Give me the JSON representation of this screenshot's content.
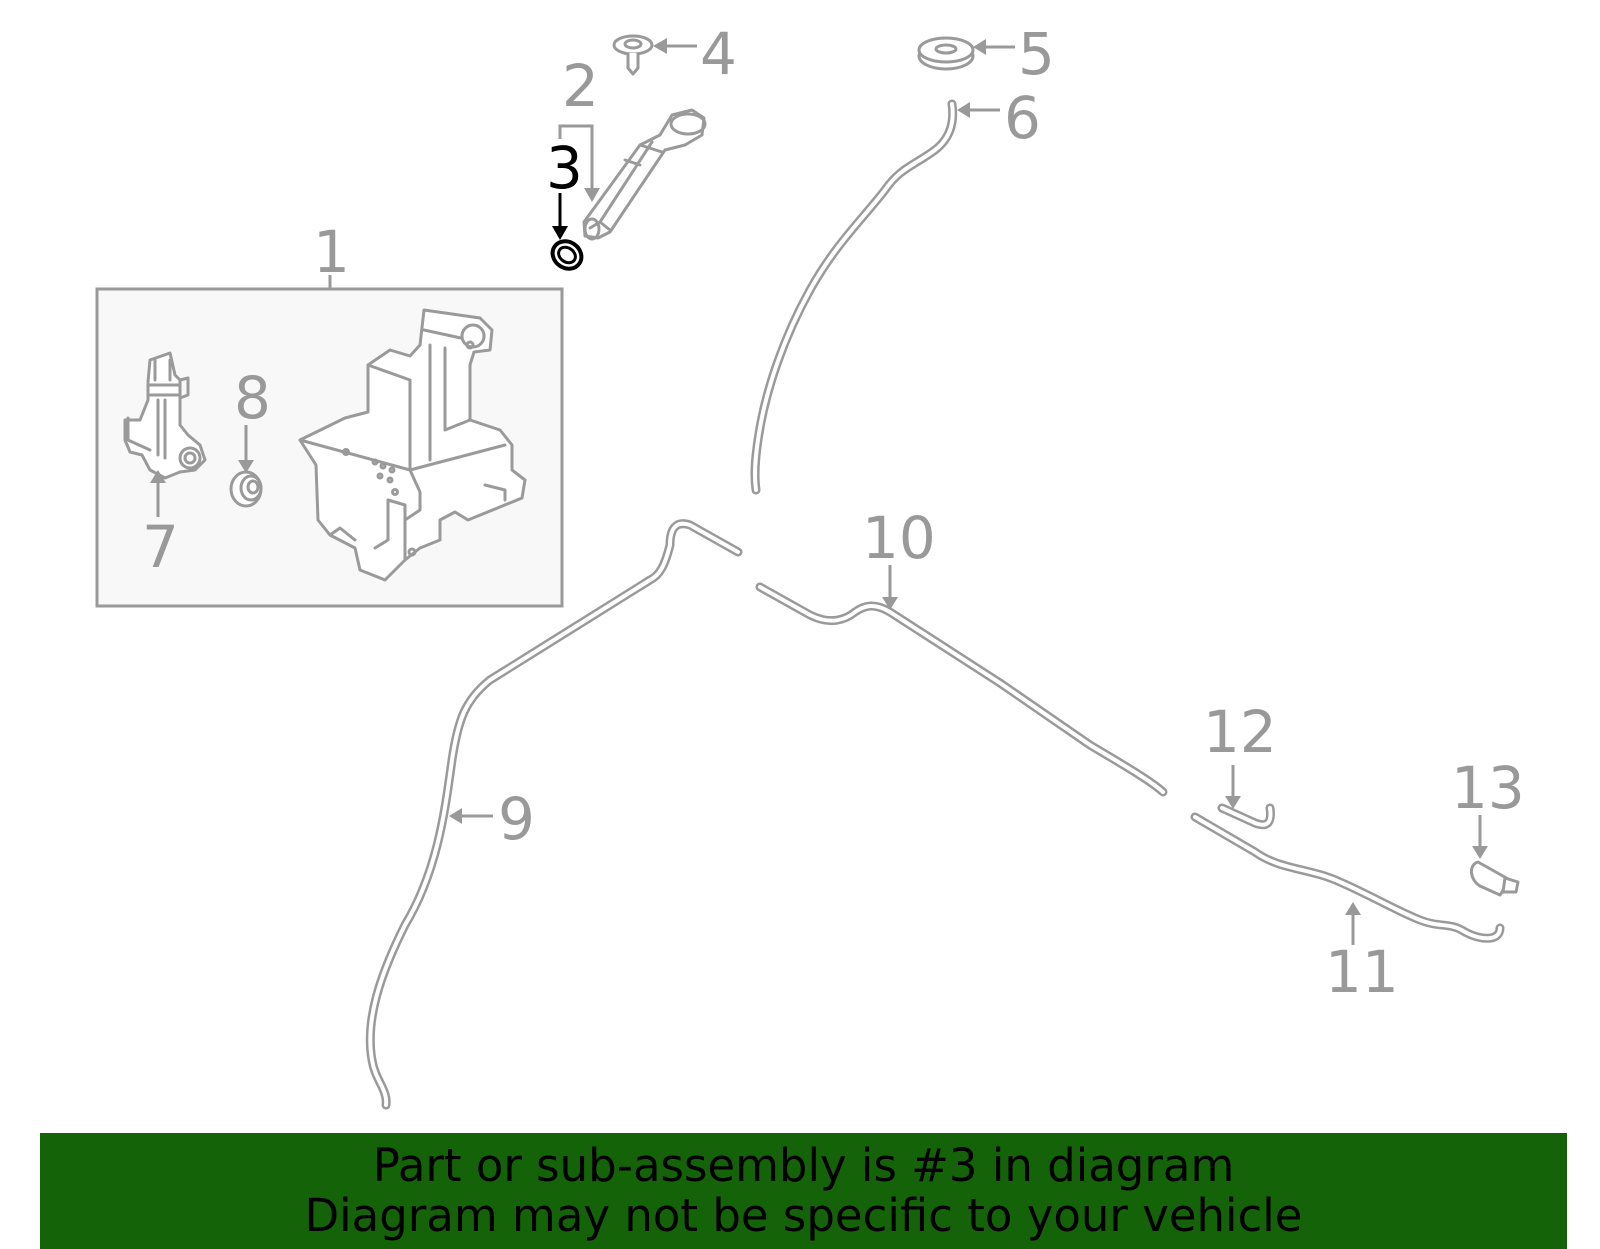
{
  "callouts": {
    "c1": "1",
    "c2": "2",
    "c3": "3",
    "c4": "4",
    "c5": "5",
    "c6": "6",
    "c7": "7",
    "c8": "8",
    "c9": "9",
    "c10": "10",
    "c11": "11",
    "c12": "12",
    "c13": "13"
  },
  "highlighted_part": "3",
  "colors": {
    "banner_bg": "#146308",
    "highlight": "#000000",
    "callout": "#999999",
    "part_line": "#9a9a9a"
  },
  "banner": {
    "line1": "Part or sub-assembly is #3 in diagram",
    "line2": "Diagram may not be specific to your vehicle"
  }
}
